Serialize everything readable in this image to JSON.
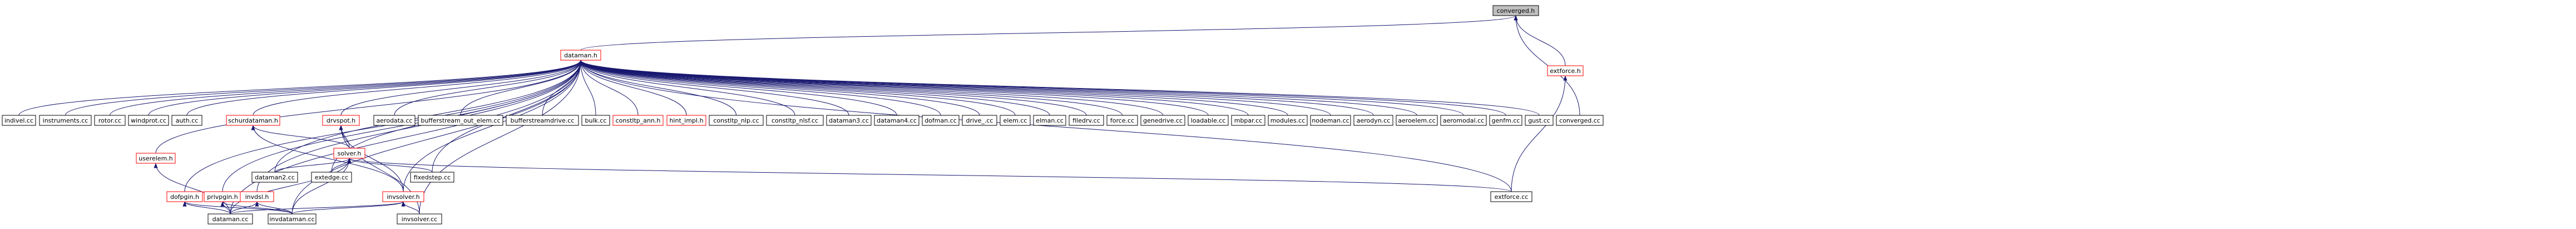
{
  "colors": {
    "edge": "#191970",
    "border_normal": "#000000",
    "border_incomplete": "#ff0000",
    "root_fill": "#bfbfbf",
    "background": "#ffffff"
  },
  "nodes": [
    {
      "id": "converged_h",
      "label": "converged.h",
      "style": "root"
    },
    {
      "id": "dataman_h",
      "label": "dataman.h",
      "style": "red"
    },
    {
      "id": "extforce_h",
      "label": "extforce.h",
      "style": "red"
    },
    {
      "id": "indivel_cc",
      "label": "indivel.cc",
      "style": "normal"
    },
    {
      "id": "instruments_cc",
      "label": "instruments.cc",
      "style": "normal"
    },
    {
      "id": "rotor_cc",
      "label": "rotor.cc",
      "style": "normal"
    },
    {
      "id": "windprot_cc",
      "label": "windprot.cc",
      "style": "normal"
    },
    {
      "id": "auth_cc",
      "label": "auth.cc",
      "style": "normal"
    },
    {
      "id": "schurdataman_h",
      "label": "schurdataman.h",
      "style": "red"
    },
    {
      "id": "drvspot_h",
      "label": "drvspot.h",
      "style": "red"
    },
    {
      "id": "aerodata_cc",
      "label": "aerodata.cc",
      "style": "normal"
    },
    {
      "id": "bufferstream_out_elem_cc",
      "label": "bufferstream_out_elem.cc",
      "style": "normal"
    },
    {
      "id": "bufferstreamdrive_cc",
      "label": "bufferstreamdrive.cc",
      "style": "normal"
    },
    {
      "id": "bulk_cc",
      "label": "bulk.cc",
      "style": "normal"
    },
    {
      "id": "constltp_ann_h",
      "label": "constltp_ann.h",
      "style": "red"
    },
    {
      "id": "hint_impl_h",
      "label": "hint_impl.h",
      "style": "red"
    },
    {
      "id": "constltp_nlp_cc",
      "label": "constltp_nlp.cc",
      "style": "normal"
    },
    {
      "id": "constltp_nlsf_cc",
      "label": "constltp_nlsf.cc",
      "style": "normal"
    },
    {
      "id": "dataman3_cc",
      "label": "dataman3.cc",
      "style": "normal"
    },
    {
      "id": "dataman4_cc",
      "label": "dataman4.cc",
      "style": "normal"
    },
    {
      "id": "dofman_cc",
      "label": "dofman.cc",
      "style": "normal"
    },
    {
      "id": "drive_cc",
      "label": "drive_.cc",
      "style": "normal"
    },
    {
      "id": "elem_cc",
      "label": "elem.cc",
      "style": "normal"
    },
    {
      "id": "elman_cc",
      "label": "elman.cc",
      "style": "normal"
    },
    {
      "id": "filedrv_cc",
      "label": "filedrv.cc",
      "style": "normal"
    },
    {
      "id": "force_cc",
      "label": "force.cc",
      "style": "normal"
    },
    {
      "id": "genedrive_cc",
      "label": "genedrive.cc",
      "style": "normal"
    },
    {
      "id": "loadable_cc",
      "label": "loadable.cc",
      "style": "normal"
    },
    {
      "id": "mbpar_cc",
      "label": "mbpar.cc",
      "style": "normal"
    },
    {
      "id": "modules_cc",
      "label": "modules.cc",
      "style": "normal"
    },
    {
      "id": "nodeman_cc",
      "label": "nodeman.cc",
      "style": "normal"
    },
    {
      "id": "aerodyn_cc",
      "label": "aerodyn.cc",
      "style": "normal"
    },
    {
      "id": "aeroelem_cc",
      "label": "aeroelem.cc",
      "style": "normal"
    },
    {
      "id": "aeromodal_cc",
      "label": "aeromodal.cc",
      "style": "normal"
    },
    {
      "id": "genfm_cc",
      "label": "genfm.cc",
      "style": "normal"
    },
    {
      "id": "gust_cc",
      "label": "gust.cc",
      "style": "normal"
    },
    {
      "id": "converged_cc",
      "label": "converged.cc",
      "style": "normal"
    },
    {
      "id": "solver_h",
      "label": "solver.h",
      "style": "red"
    },
    {
      "id": "userelem_h",
      "label": "userelem.h",
      "style": "red"
    },
    {
      "id": "dataman2_cc",
      "label": "dataman2.cc",
      "style": "normal"
    },
    {
      "id": "extedge_cc",
      "label": "extedge.cc",
      "style": "normal"
    },
    {
      "id": "fixedstep_cc",
      "label": "fixedstep.cc",
      "style": "normal"
    },
    {
      "id": "dofpgin_h",
      "label": "dofpgin.h",
      "style": "red"
    },
    {
      "id": "privpgin_h",
      "label": "privpgin.h",
      "style": "red"
    },
    {
      "id": "invdsl_h",
      "label": "invdsl.h",
      "style": "red"
    },
    {
      "id": "invsolver_h",
      "label": "invsolver.h",
      "style": "red"
    },
    {
      "id": "extforce_cc",
      "label": "extforce.cc",
      "style": "normal"
    },
    {
      "id": "dataman_cc",
      "label": "dataman.cc",
      "style": "normal"
    },
    {
      "id": "invdataman_cc",
      "label": "invdataman.cc",
      "style": "normal"
    },
    {
      "id": "invsolver_cc",
      "label": "invsolver.cc",
      "style": "normal"
    }
  ],
  "edges": [
    [
      "dataman_h",
      "converged_h"
    ],
    [
      "extforce_h",
      "converged_h"
    ],
    [
      "converged_cc",
      "converged_h"
    ],
    [
      "extforce_cc",
      "extforce_h"
    ],
    [
      "indivel_cc",
      "dataman_h"
    ],
    [
      "instruments_cc",
      "dataman_h"
    ],
    [
      "rotor_cc",
      "dataman_h"
    ],
    [
      "windprot_cc",
      "dataman_h"
    ],
    [
      "auth_cc",
      "dataman_h"
    ],
    [
      "schurdataman_h",
      "dataman_h"
    ],
    [
      "drvspot_h",
      "dataman_h"
    ],
    [
      "aerodata_cc",
      "dataman_h"
    ],
    [
      "bufferstream_out_elem_cc",
      "dataman_h"
    ],
    [
      "bufferstreamdrive_cc",
      "dataman_h"
    ],
    [
      "bulk_cc",
      "dataman_h"
    ],
    [
      "constltp_ann_h",
      "dataman_h"
    ],
    [
      "hint_impl_h",
      "dataman_h"
    ],
    [
      "constltp_nlp_cc",
      "dataman_h"
    ],
    [
      "constltp_nlsf_cc",
      "dataman_h"
    ],
    [
      "dataman3_cc",
      "dataman_h"
    ],
    [
      "dataman4_cc",
      "dataman_h"
    ],
    [
      "dofman_cc",
      "dataman_h"
    ],
    [
      "drive_cc",
      "dataman_h"
    ],
    [
      "elem_cc",
      "dataman_h"
    ],
    [
      "elman_cc",
      "dataman_h"
    ],
    [
      "filedrv_cc",
      "dataman_h"
    ],
    [
      "force_cc",
      "dataman_h"
    ],
    [
      "genedrive_cc",
      "dataman_h"
    ],
    [
      "loadable_cc",
      "dataman_h"
    ],
    [
      "mbpar_cc",
      "dataman_h"
    ],
    [
      "modules_cc",
      "dataman_h"
    ],
    [
      "nodeman_cc",
      "dataman_h"
    ],
    [
      "aerodyn_cc",
      "dataman_h"
    ],
    [
      "aeroelem_cc",
      "dataman_h"
    ],
    [
      "aeromodal_cc",
      "dataman_h"
    ],
    [
      "genfm_cc",
      "dataman_h"
    ],
    [
      "gust_cc",
      "dataman_h"
    ],
    [
      "userelem_h",
      "dataman_h"
    ],
    [
      "dataman2_cc",
      "dataman_h"
    ],
    [
      "extedge_cc",
      "dataman_h"
    ],
    [
      "fixedstep_cc",
      "dataman_h"
    ],
    [
      "dofpgin_h",
      "dataman_h"
    ],
    [
      "privpgin_h",
      "dataman_h"
    ],
    [
      "invdsl_h",
      "dataman_h"
    ],
    [
      "invsolver_h",
      "dataman_h"
    ],
    [
      "extforce_cc",
      "dataman_h"
    ],
    [
      "dataman_cc",
      "dataman_h"
    ],
    [
      "invdataman_cc",
      "dataman_h"
    ],
    [
      "invsolver_cc",
      "dataman_h"
    ],
    [
      "solver_h",
      "schurdataman_h"
    ],
    [
      "invsolver_h",
      "schurdataman_h"
    ],
    [
      "solver_h",
      "drvspot_h"
    ],
    [
      "invsolver_h",
      "drvspot_h"
    ],
    [
      "invsolver_cc",
      "drvspot_h"
    ],
    [
      "dataman2_cc",
      "solver_h"
    ],
    [
      "extedge_cc",
      "solver_h"
    ],
    [
      "fixedstep_cc",
      "solver_h"
    ],
    [
      "dataman_cc",
      "solver_h"
    ],
    [
      "invdataman_cc",
      "solver_h"
    ],
    [
      "extforce_cc",
      "solver_h"
    ],
    [
      "dataman_cc",
      "userelem_h"
    ],
    [
      "dataman_cc",
      "dofpgin_h"
    ],
    [
      "invdataman_cc",
      "dofpgin_h"
    ],
    [
      "dataman_cc",
      "privpgin_h"
    ],
    [
      "invdataman_cc",
      "privpgin_h"
    ],
    [
      "dataman_cc",
      "invdsl_h"
    ],
    [
      "invdataman_cc",
      "invdsl_h"
    ],
    [
      "dataman_cc",
      "invsolver_h"
    ],
    [
      "invdataman_cc",
      "invsolver_h"
    ],
    [
      "invsolver_cc",
      "invsolver_h"
    ]
  ]
}
